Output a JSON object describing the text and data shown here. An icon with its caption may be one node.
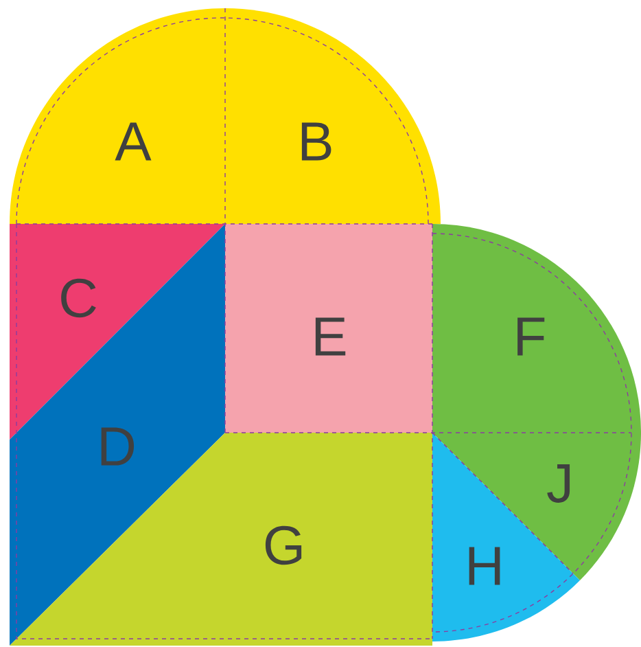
{
  "diagram": {
    "nodes": [
      {
        "text": [
          "A"
        ]
      },
      {
        "text": [
          "B"
        ]
      },
      {
        "text": [
          "C"
        ]
      },
      {
        "text": [
          "E"
        ]
      },
      {
        "text": [
          "F"
        ]
      },
      {
        "text": [
          "D"
        ]
      },
      {
        "text": [
          "J"
        ]
      },
      {
        "text": [
          "G"
        ]
      },
      {
        "text": [
          "H"
        ]
      }
    ]
  }
}
